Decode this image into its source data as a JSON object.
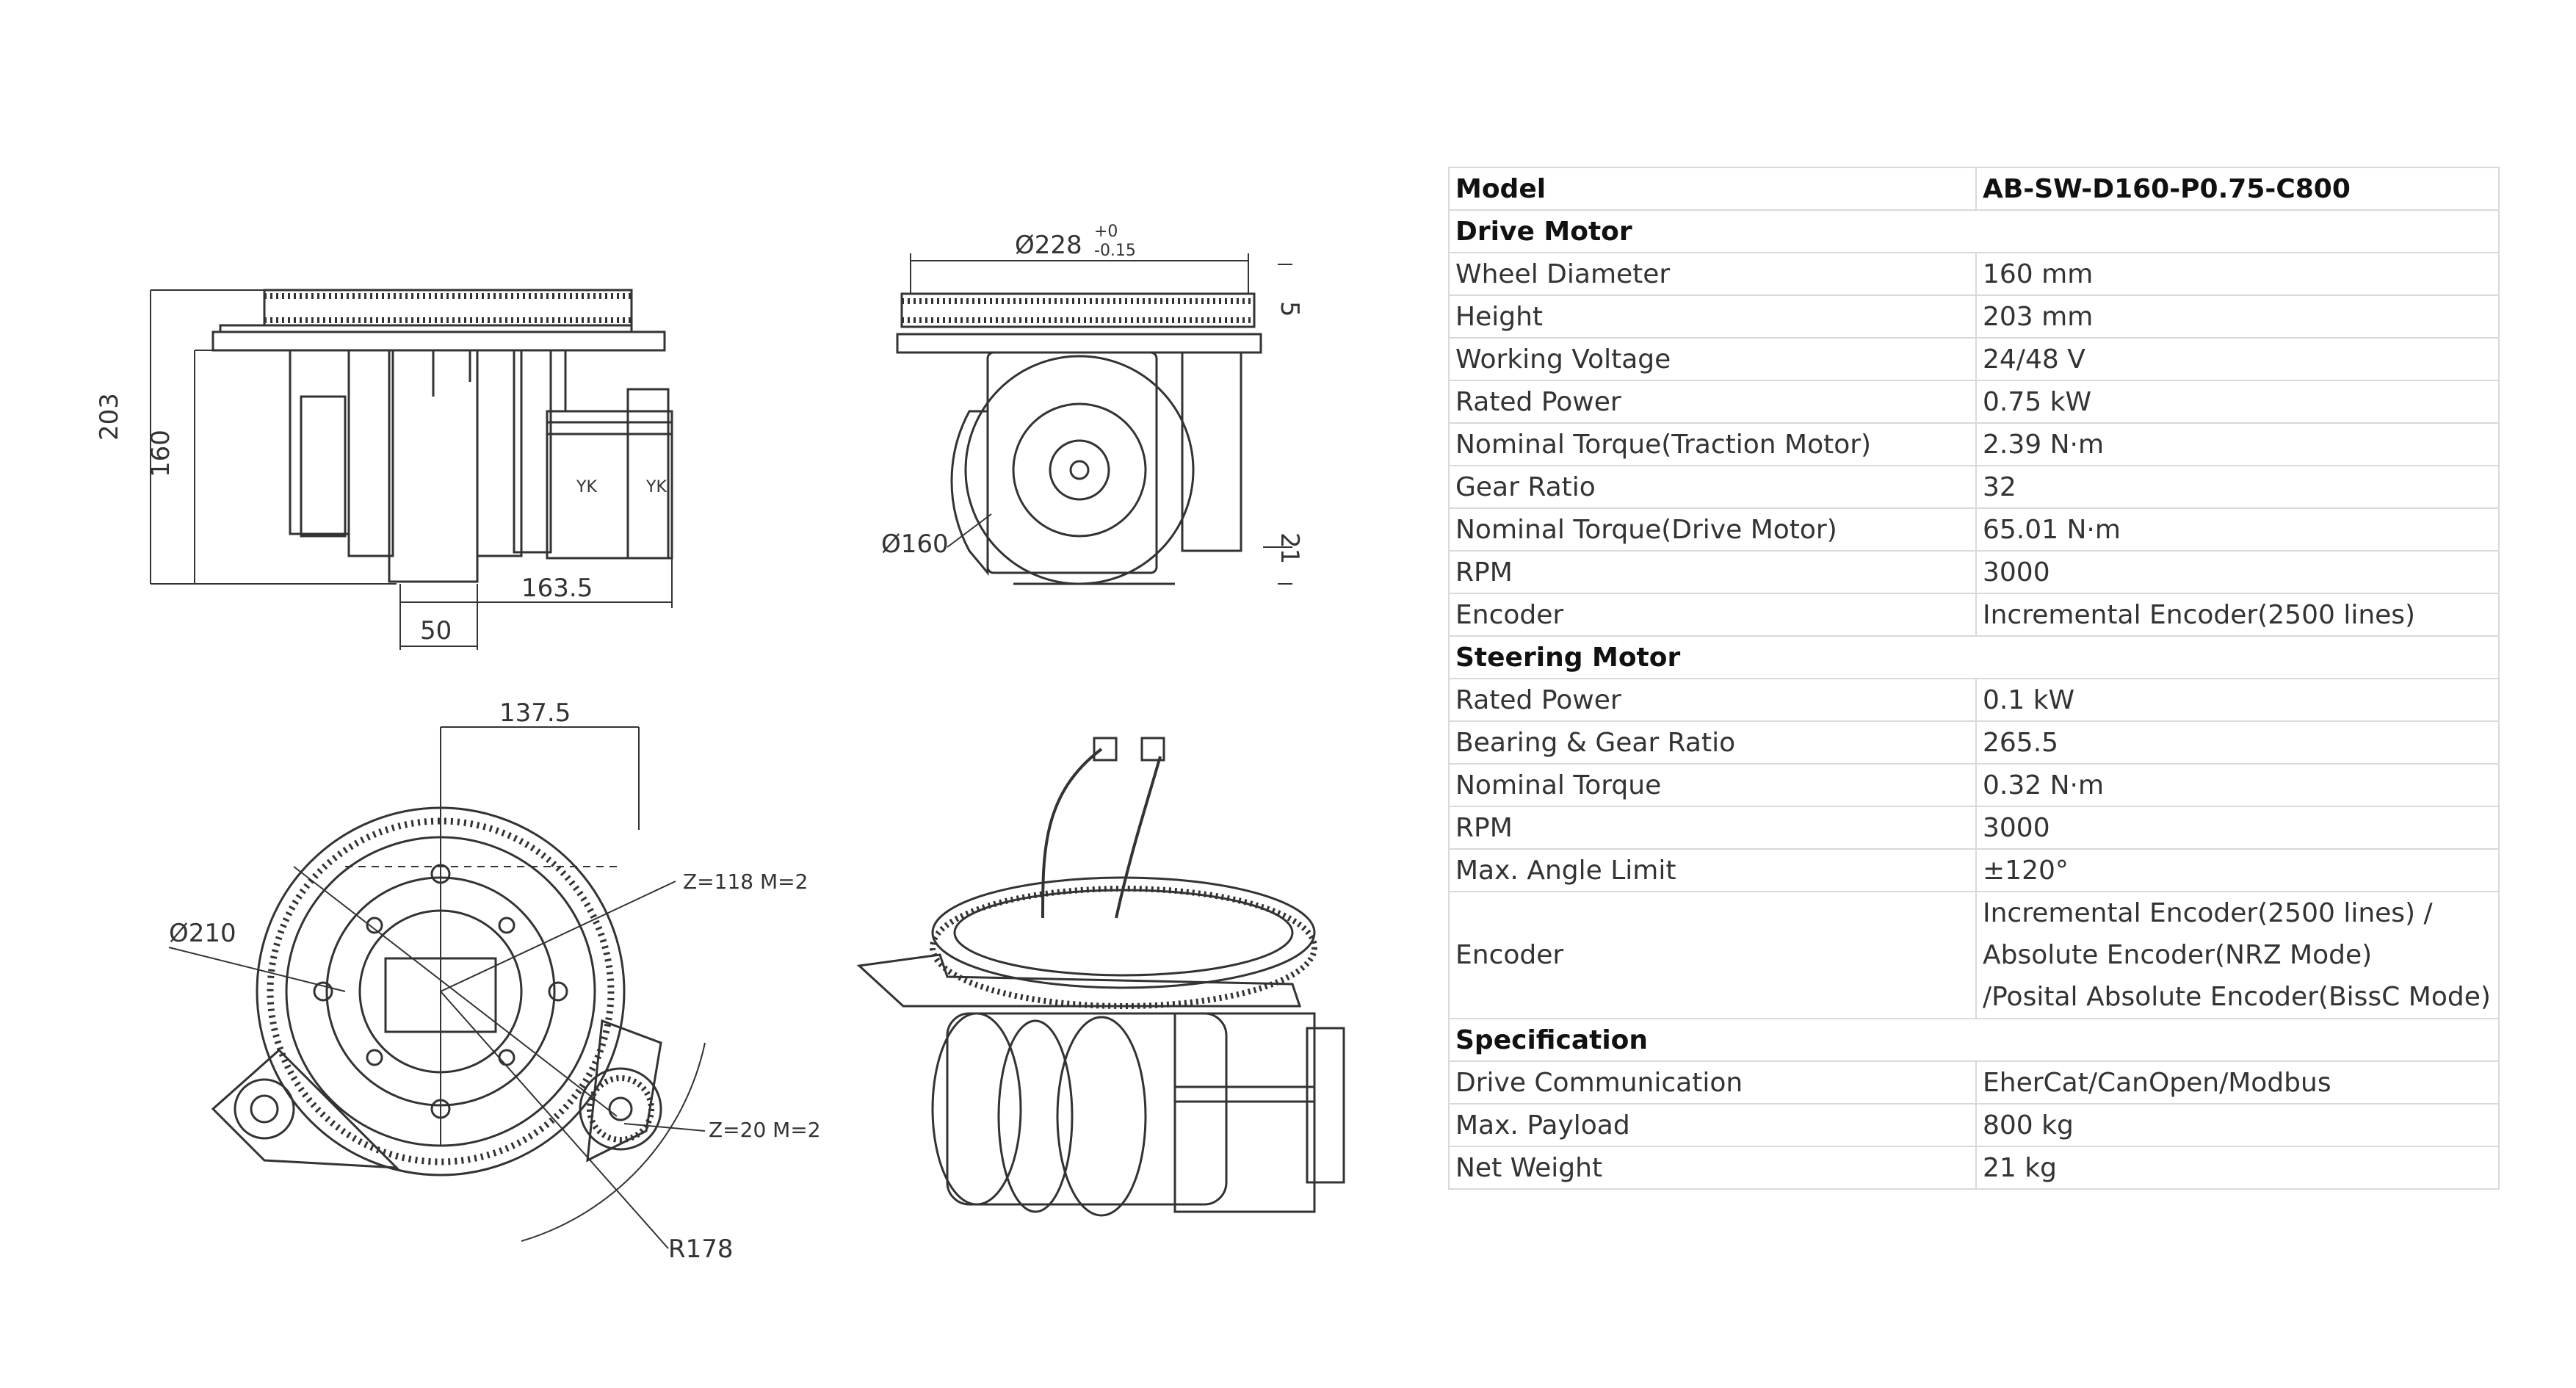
{
  "drawing_labels": {
    "side_height_total": "203",
    "side_height_wheel": "160",
    "side_length": "163.5",
    "side_wheel_width": "50",
    "side_motor_tag_1": "YK",
    "side_motor_tag_2": "YK",
    "front_ring_dia": "Ø228",
    "front_ring_tol_upper": "+0",
    "front_ring_tol_lower": "-0.15",
    "front_ring_thk": "5",
    "front_wheel_dia": "Ø160",
    "front_ground": "21",
    "top_offset": "137.5",
    "top_big_gear": "Z=118  M=2",
    "top_small_gear": "Z=20  M=2",
    "top_bolt_circle": "Ø210",
    "top_radius": "R178"
  },
  "table": {
    "header": {
      "key": "Model",
      "value": "AB-SW-D160-P0.75-C800"
    },
    "sections": [
      {
        "title": "Drive Motor",
        "rows": [
          {
            "key": "Wheel Diameter",
            "value": "160 mm"
          },
          {
            "key": "Height",
            "value": "203 mm"
          },
          {
            "key": "Working Voltage",
            "value": "24/48 V"
          },
          {
            "key": "Rated Power",
            "value": "0.75 kW"
          },
          {
            "key": "Nominal Torque(Traction Motor)",
            "value": "2.39 N·m"
          },
          {
            "key": "Gear Ratio",
            "value": "32"
          },
          {
            "key": "Nominal Torque(Drive Motor)",
            "value": "65.01 N·m"
          },
          {
            "key": "RPM",
            "value": "3000"
          },
          {
            "key": "Encoder",
            "value": "Incremental Encoder(2500 lines)"
          }
        ]
      },
      {
        "title": "Steering Motor",
        "rows": [
          {
            "key": "Rated Power",
            "value": "0.1 kW"
          },
          {
            "key": "Bearing & Gear Ratio",
            "value": "265.5"
          },
          {
            "key": "Nominal Torque",
            "value": "0.32 N·m"
          },
          {
            "key": "RPM",
            "value": "3000"
          },
          {
            "key": "Max. Angle Limit",
            "value": "±120°"
          },
          {
            "key": "Encoder",
            "value_lines": [
              "Incremental Encoder(2500 lines) /",
              "Absolute Encoder(NRZ Mode)",
              "/Posital Absolute Encoder(BissC Mode)"
            ]
          }
        ]
      },
      {
        "title": "Specification",
        "rows": [
          {
            "key": "Drive Communication",
            "value": "EherCat/CanOpen/Modbus"
          },
          {
            "key": "Max. Payload",
            "value": "800 kg"
          },
          {
            "key": "Net Weight",
            "value": "21 kg"
          }
        ]
      }
    ]
  }
}
